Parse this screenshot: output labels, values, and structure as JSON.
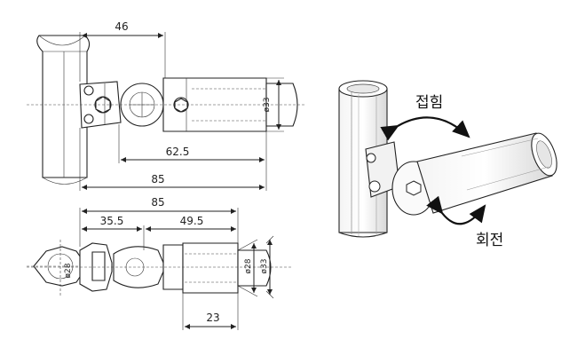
{
  "top_view": {
    "dim_overall_offset": "46",
    "dim_diameter": "ø33",
    "dim_inner_length": "62.5",
    "dim_total_length": "85"
  },
  "bottom_view": {
    "dim_total_length": "85",
    "dim_left_segment": "35.5",
    "dim_right_segment": "49.5",
    "dim_pipe_diameter_left": "ø28",
    "dim_inner_diameter": "ø28",
    "dim_outer_diameter": "ø33",
    "dim_sleeve_length": "23"
  },
  "perspective_view": {
    "label_fold": "접힘",
    "label_rotate": "회전"
  }
}
